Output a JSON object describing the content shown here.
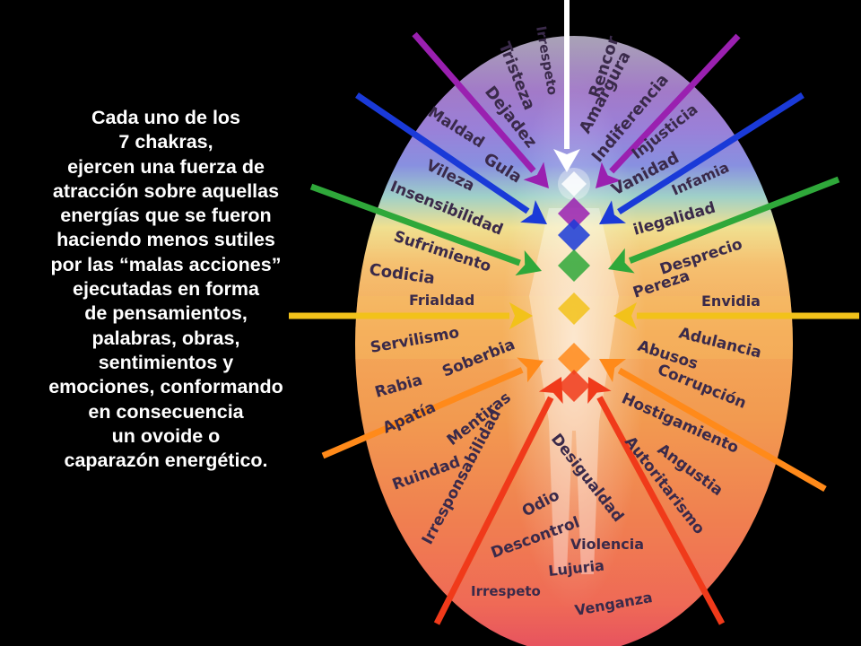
{
  "caption_lines": [
    "Cada uno de los",
    "7 chakras,",
    "ejercen una fuerza de",
    "atracción sobre aquellas",
    "energías que se fueron",
    "haciendo menos sutiles",
    "por las “malas acciones”",
    "ejecutadas en forma",
    "de pensamientos,",
    "palabras, obras,",
    "sentimientos y",
    "emociones, conformando",
    "en consecuencia",
    "un ovoide o",
    "caparazón energético."
  ],
  "chakra_colors": [
    "#ffffff",
    "#9a20b0",
    "#1a3ad8",
    "#2fa83a",
    "#f2c21a",
    "#ff8a1a",
    "#f03a1a"
  ],
  "labels": [
    "Irrespeto",
    "Rencor",
    "Tristeza",
    "Amargura",
    "Dejadez",
    "Indiferencia",
    "Injusticia",
    "Maldad",
    "Vanidad",
    "Gula",
    "Infamia",
    "Vileza",
    "ilegalidad",
    "Insensibilidad",
    "Desprecio",
    "Sufrimiento",
    "Codicia",
    "Pereza",
    "Frialdad",
    "Envidia",
    "Servilismo",
    "Adulancia",
    "Soberbia",
    "Abusos",
    "Rabia",
    "Corrupción",
    "Apatía",
    "Hostigamiento",
    "Mentiras",
    "Irresponsabilidad",
    "Desigualdad",
    "Ruindad",
    "Angustia",
    "Autoritarismo",
    "Odio",
    "Descontrol",
    "Violencia",
    "Lujuria",
    "Irrespeto",
    "Venganza"
  ]
}
